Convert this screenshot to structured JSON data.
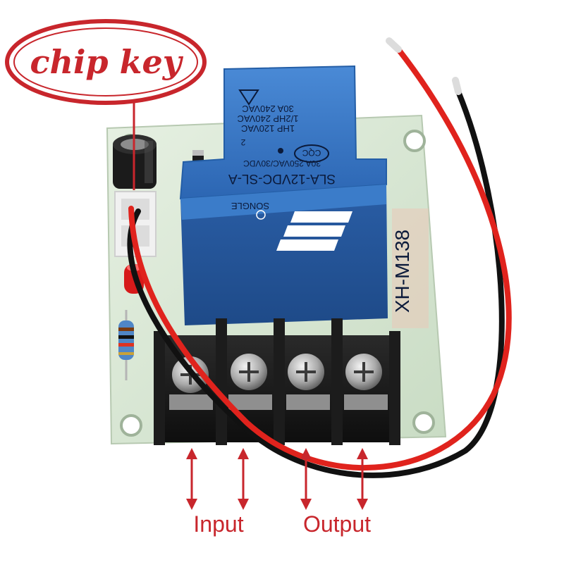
{
  "logo": {
    "text": "chip key"
  },
  "relay": {
    "rating_line_1": "30A 240VAC",
    "rating_line_2": "1/2HP 240VAC",
    "rating_line_3": "1HP 120VAC",
    "cert_cqc": "CQC",
    "model": "SLA-12VDC-SL-A",
    "contact_rating": "30A 250VAC/30VDC",
    "brand": "SONGLE",
    "number": "2"
  },
  "board": {
    "label": "XH-M138"
  },
  "labels": {
    "input": "Input",
    "output": "Output"
  },
  "colors": {
    "logo_red": "#c8262c",
    "annotation_red": "#c8262c",
    "relay_blue": "#2f6fbf",
    "board_green": "#d9e8d6",
    "terminal_black": "#1a1a1a",
    "wire_red": "#e0231d",
    "wire_black": "#111111"
  }
}
